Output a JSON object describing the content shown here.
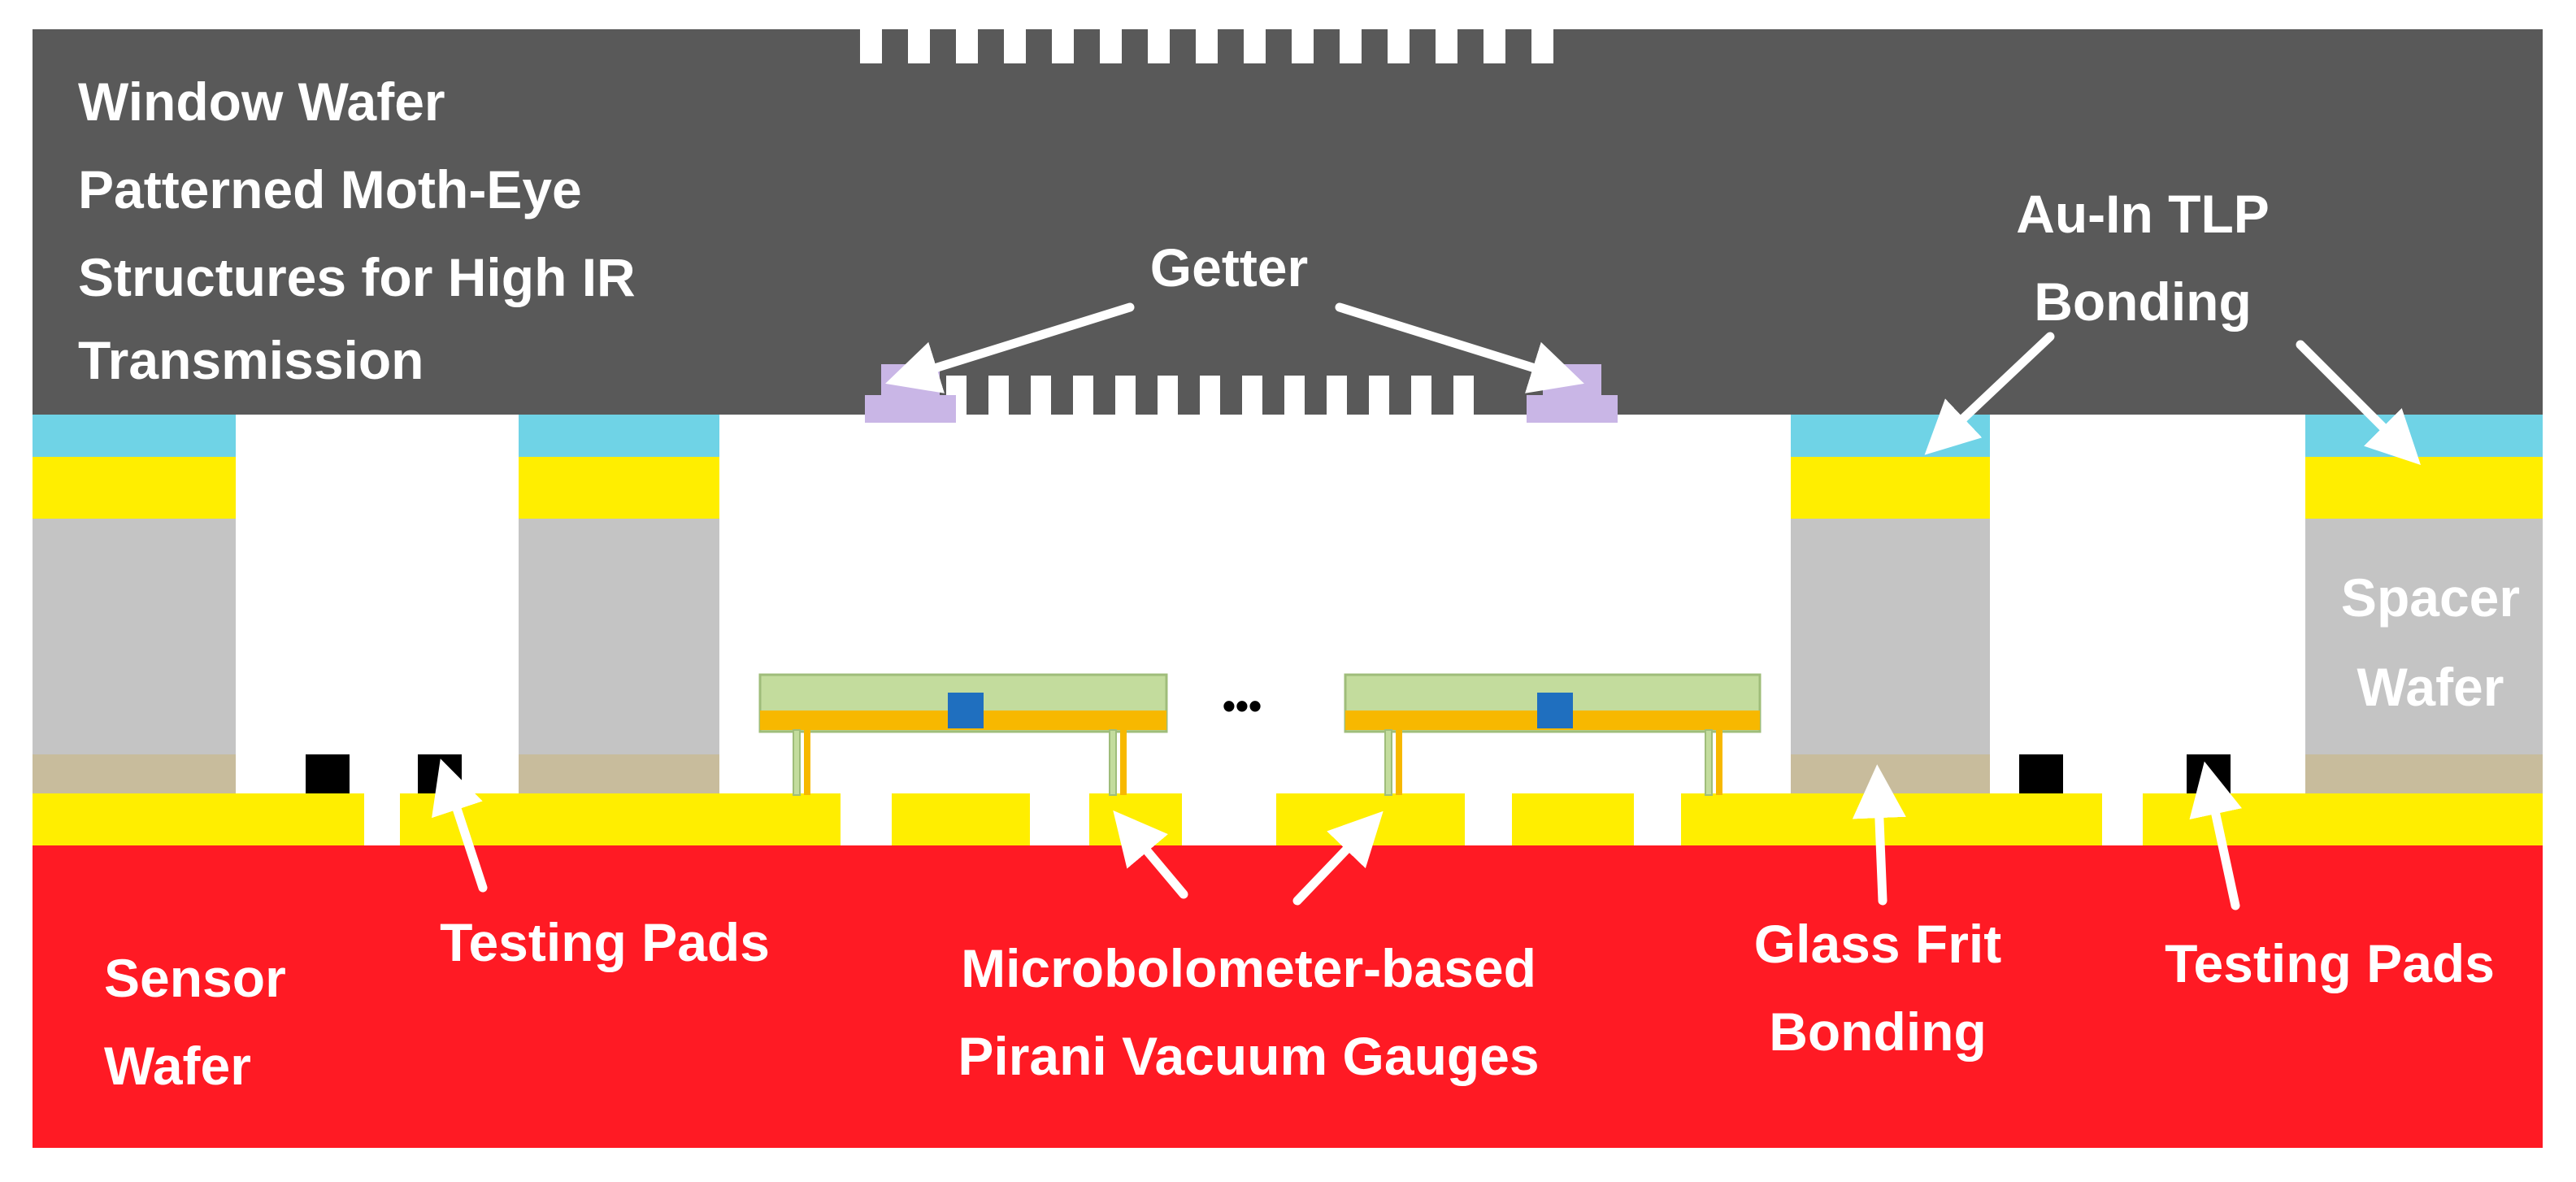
{
  "labels": {
    "window_wafer_line1": "Window Wafer",
    "window_wafer_line2": "Patterned Moth-Eye",
    "window_wafer_line3": "Structures for High IR",
    "window_wafer_line4": "Transmission",
    "getter": "Getter",
    "au_in_line1": "Au-In TLP",
    "au_in_line2": "Bonding",
    "spacer_line1": "Spacer",
    "spacer_line2": "Wafer",
    "sensor_line1": "Sensor",
    "sensor_line2": "Wafer",
    "testing_pads_left": "Testing Pads",
    "microbolometer_line1": "Microbolometer-based",
    "microbolometer_line2": "Pirani Vacuum Gauges",
    "glass_frit_line1": "Glass Frit",
    "glass_frit_line2": "Bonding",
    "testing_pads_right": "Testing Pads",
    "ellipsis": "•••"
  },
  "colors": {
    "window_wafer": "#595959",
    "sensor_wafer": "#ff1a24",
    "gold_layer": "#ffee00",
    "cyan_layer": "#6fd3e6",
    "spacer_wafer": "#c4c4c4",
    "glass_frit": "#c8bc9c",
    "getter": "#c9b6e6",
    "membrane": "#c3dc9d",
    "absorber_bar": "#f7b800",
    "sensor_element": "#1f6fbf",
    "testing_pad": "#000000",
    "arrow": "#ffffff"
  }
}
